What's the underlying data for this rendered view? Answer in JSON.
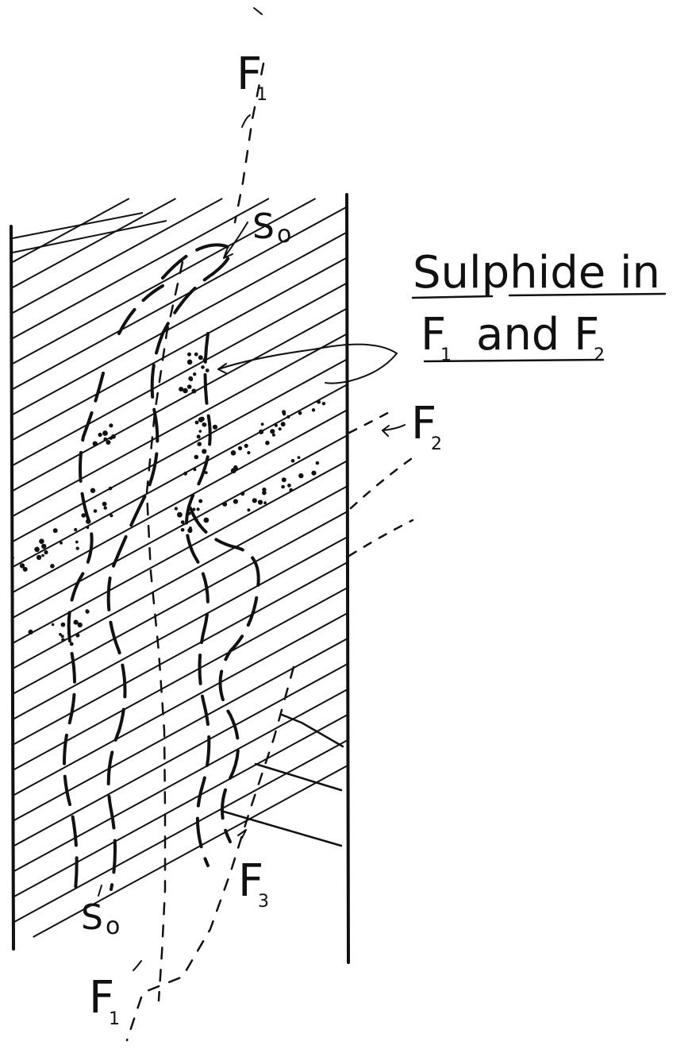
{
  "labels": {
    "f1_top": "F",
    "f1_top_sub": "1",
    "s0_top": "S",
    "s0_top_sub": "o",
    "title_line1": "Sulphide in",
    "title_line2_f": "F",
    "title_line2_f_sub": "1",
    "title_line2_and": "and F",
    "title_line2_sub": "2",
    "f2": "F",
    "f2_sub": "2",
    "f3": "F",
    "f3_sub": "3",
    "s0_bottom": "S",
    "s0_bottom_sub": "o",
    "f1_bottom": "F",
    "f1_bottom_sub": "1"
  }
}
